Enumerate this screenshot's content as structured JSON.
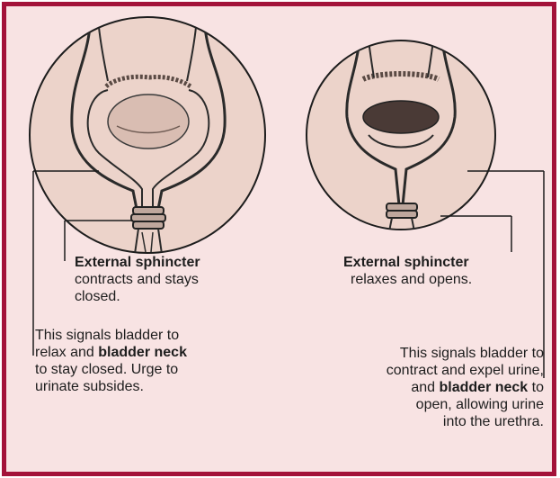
{
  "colors": {
    "frame": "#a3133a",
    "background": "#f8e3e3",
    "ink": "#1d1d1d",
    "circle_fill": "#ecd3ca"
  },
  "left_panel": {
    "heading": "External sphincter",
    "caption": [
      "contracts and stays",
      "closed."
    ],
    "signal": {
      "l1": "This signals bladder to",
      "l2_pre": "relax and ",
      "l2_bold": "bladder neck",
      "l3": "to stay closed. Urge to",
      "l4": "urinate subsides."
    }
  },
  "right_panel": {
    "heading": "External sphincter",
    "caption": [
      "relaxes and opens."
    ],
    "signal": {
      "l1": "This signals bladder to",
      "l2": "contract and expel urine,",
      "l3_pre": "and ",
      "l3_bold": "bladder neck",
      "l3_post": " to",
      "l4": "open, allowing urine",
      "l5": "into the urethra."
    }
  }
}
